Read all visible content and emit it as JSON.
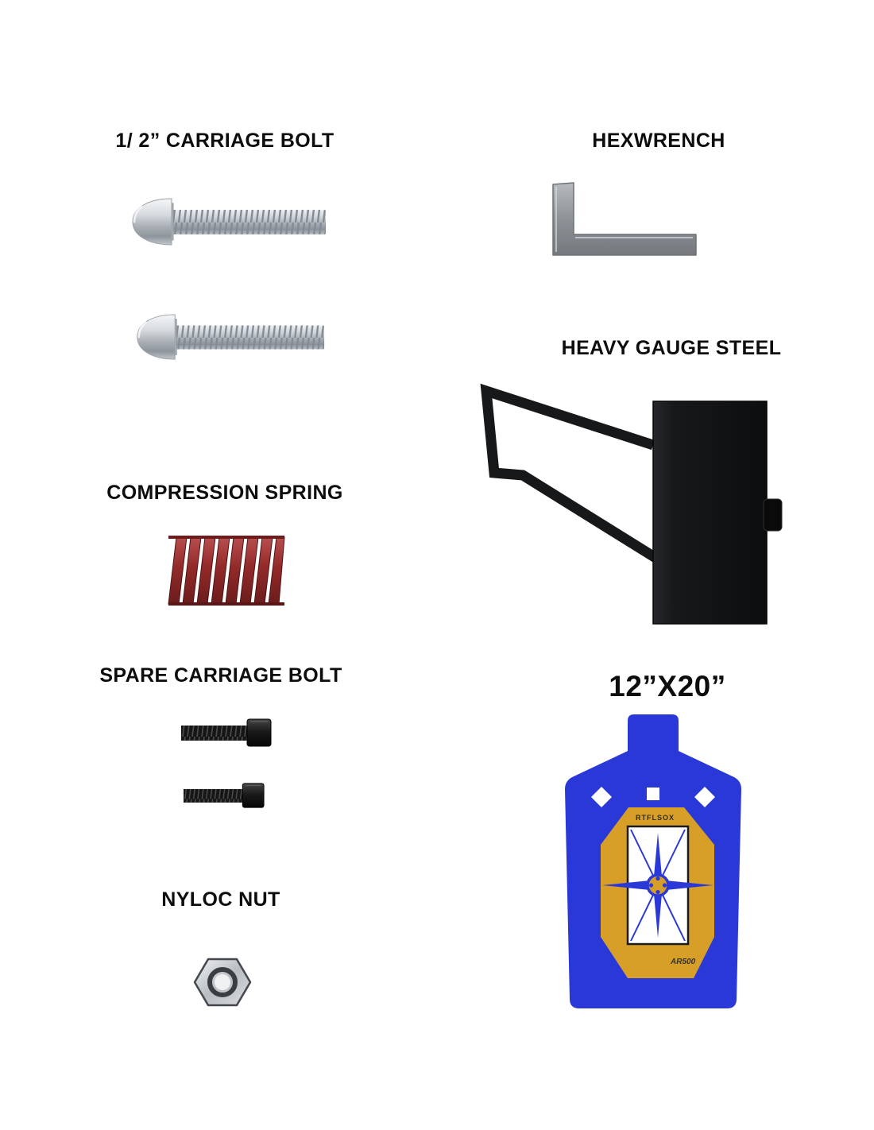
{
  "labels": {
    "carriage_bolt": "1/ 2” CARRIAGE BOLT",
    "hexwrench": "HEXWRENCH",
    "heavy_gauge_steel": "HEAVY GAUGE STEEL",
    "compression_spring": "COMPRESSION SPRING",
    "spare_carriage_bolt": "SPARE CARRIAGE BOLT",
    "target_size": "12”X20”",
    "nyloc_nut": "NYLOC NUT"
  },
  "target": {
    "brand": "RTFLSOX",
    "material": "AR500"
  },
  "colors": {
    "target_blue": "#2B38D8",
    "target_gold": "#D79F27",
    "spring_red": "#932A2A",
    "steel_black": "#17181A",
    "metal_silver": "#C3C8CD",
    "wrench_gray": "#9AA0A6"
  }
}
